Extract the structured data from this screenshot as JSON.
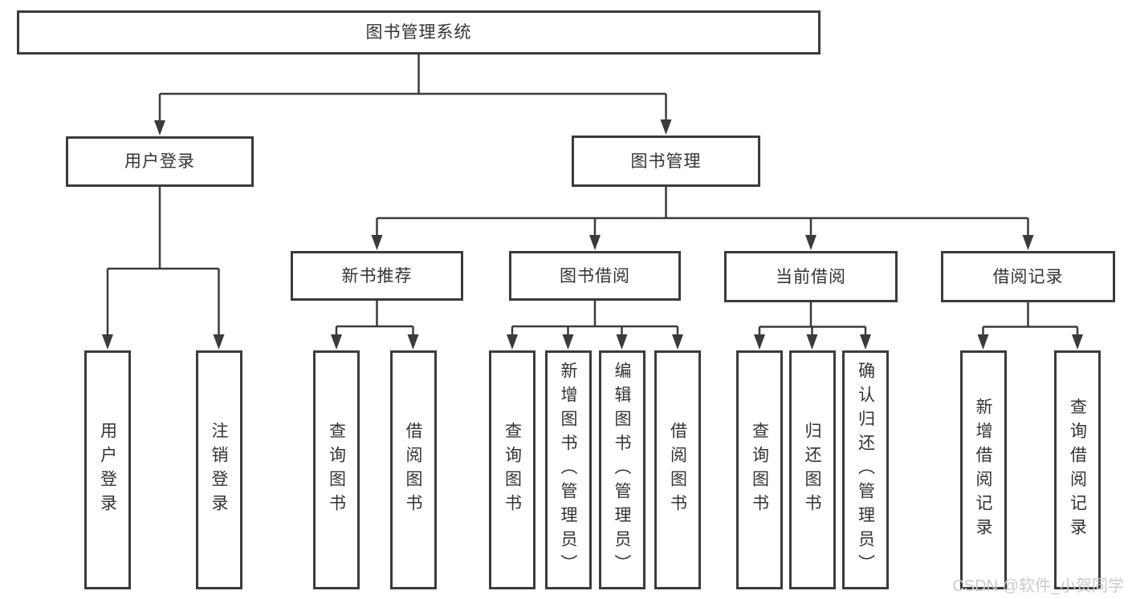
{
  "colors": {
    "line": "#3b3b3b",
    "box_border": "#3b3b3b",
    "box_background": "#ffffff",
    "text": "#333333",
    "watermark": "#cbcbcb"
  },
  "tree": {
    "root": {
      "label": "图书管理系统"
    },
    "branches": [
      {
        "label": "用户登录",
        "children": [
          {
            "label": "用户登录"
          },
          {
            "label": "注销登录"
          }
        ]
      },
      {
        "label": "图书管理",
        "children": [
          {
            "label": "新书推荐",
            "children": [
              {
                "label": "查询图书"
              },
              {
                "label": "借阅图书"
              }
            ]
          },
          {
            "label": "图书借阅",
            "children": [
              {
                "label": "查询图书"
              },
              {
                "label": "新增图书（管理员）"
              },
              {
                "label": "编辑图书（管理员）"
              },
              {
                "label": "借阅图书"
              }
            ]
          },
          {
            "label": "当前借阅",
            "children": [
              {
                "label": "查询图书"
              },
              {
                "label": "归还图书"
              },
              {
                "label": "确认归还（管理员）"
              }
            ]
          },
          {
            "label": "借阅记录",
            "children": [
              {
                "label": "新增借阅记录"
              },
              {
                "label": "查询借阅记录"
              }
            ]
          }
        ]
      }
    ]
  },
  "watermark": {
    "text": "CSDN @软件_小贺同学"
  }
}
